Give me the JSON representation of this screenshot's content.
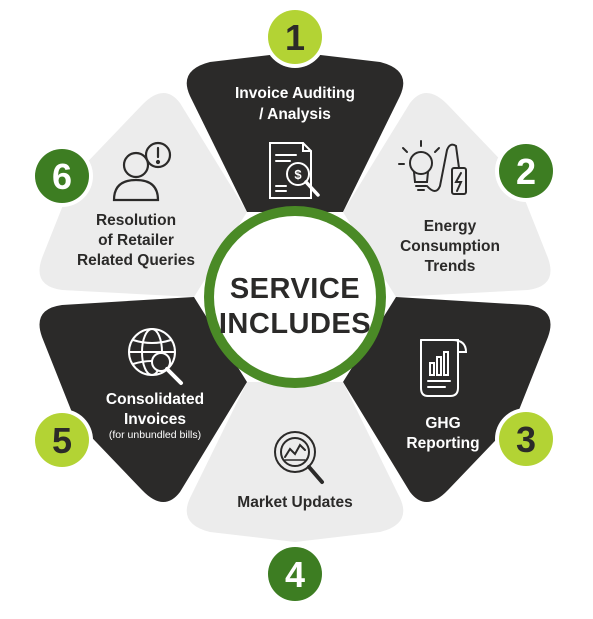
{
  "center": {
    "line1": "SERVICE",
    "line2": "INCLUDES"
  },
  "segments": [
    {
      "number": "1",
      "lines": [
        "Invoice Auditing",
        "/ Analysis"
      ],
      "icon": "invoice-magnifier-icon"
    },
    {
      "number": "2",
      "lines": [
        "Energy",
        "Consumption",
        "Trends"
      ],
      "icon": "bulb-plug-icon"
    },
    {
      "number": "3",
      "lines": [
        "GHG",
        "Reporting"
      ],
      "icon": "report-chart-icon"
    },
    {
      "number": "4",
      "lines": [
        "Market Updates"
      ],
      "icon": "chart-magnifier-icon"
    },
    {
      "number": "5",
      "lines": [
        "Consolidated",
        "Invoices"
      ],
      "note": "(for unbundled bills)",
      "icon": "globe-magnifier-icon"
    },
    {
      "number": "6",
      "lines": [
        "Resolution",
        "of Retailer",
        "Related Queries"
      ],
      "icon": "user-alert-icon"
    }
  ],
  "colors": {
    "dark_segment": "#2b2a29",
    "light_segment": "#ececec",
    "ring_green": "#4a8a26",
    "badge_dark_green": "#3d7d22",
    "badge_lime": "#b3d334",
    "text_dark": "#2b2a29"
  }
}
